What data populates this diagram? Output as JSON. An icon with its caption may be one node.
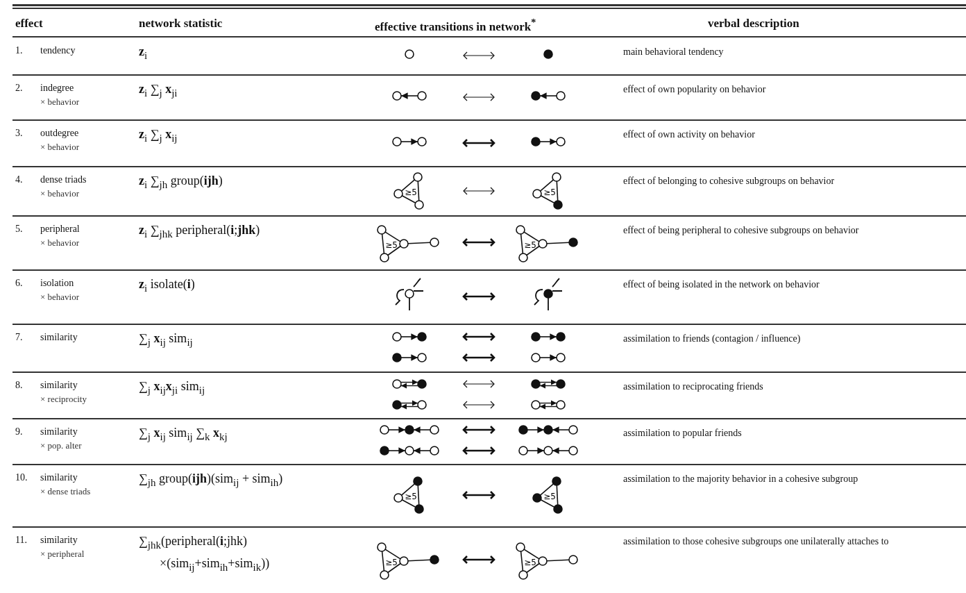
{
  "diagram": {
    "labels": [
      "effect",
      "network statistic",
      "effective transitions in network$^{*}$",
      "verbal description",
      "1.",
      "tendency",
      "**z**$_{i}$",
      "main behavioral tendency",
      "2.",
      "indegree",
      "× behavior",
      "**z**$_{i}$ ∑$_{j}$ **x**$_{ji}$",
      "effect of own popularity on behavior",
      "3.",
      "outdegree",
      "× behavior",
      "**z**$_{i}$ ∑$_{j}$ **x**$_{ij}$",
      "effect of own activity on behavior",
      "4.",
      "dense triads",
      "× behavior",
      "**z**$_{i}$ ∑$_{jh}$ group(**ijh**)",
      "≥5",
      "≥5",
      "effect of belonging to cohesive subgroups on behavior",
      "5.",
      "peripheral",
      "× behavior",
      "**z**$_{i}$ ∑$_{jhk}$ peripheral(**i**;**jhk**)",
      "≥5",
      "≥5",
      "effect of being peripheral to cohesive subgroups on behavior",
      "6.",
      "isolation",
      "× behavior",
      "**z**$_{i}$ isolate(**i**)",
      "effect of being isolated in the network on behavior",
      "7.",
      "similarity",
      "∑$_{j}$ **x**$_{ij}$ sim$_{ij}$",
      "assimilation to friends (contagion / influence)",
      "8.",
      "similarity",
      "× reciprocity",
      "∑$_{j}$ **x**$_{ij}$**x**$_{ji}$ sim$_{ij}$",
      "assimilation to reciprocating friends",
      "9.",
      "similarity",
      "× pop. alter",
      "∑$_{j}$ **x**$_{ij}$ sim$_{ij}$ ∑$_{k}$ **x**$_{kj}$",
      "assimilation to popular friends",
      "10.",
      "similarity",
      "× dense triads",
      "∑$_{jh}$ group(**ijh**)(sim$_{ij}$ + sim$_{ih}$)",
      "≥5",
      "≥5",
      "assimilation to the majority behavior in a cohesive subgroup",
      "11.",
      "similarity",
      "× peripheral",
      "∑$_{jhk}$(peripheral(**i**;jhk) ×(sim$_{ij}$+sim$_{ih}$+sim$_{ik}$))",
      "≥5",
      "≥5",
      "assimilation to those cohesive subgroups one unilaterally attaches to"
    ]
  }
}
